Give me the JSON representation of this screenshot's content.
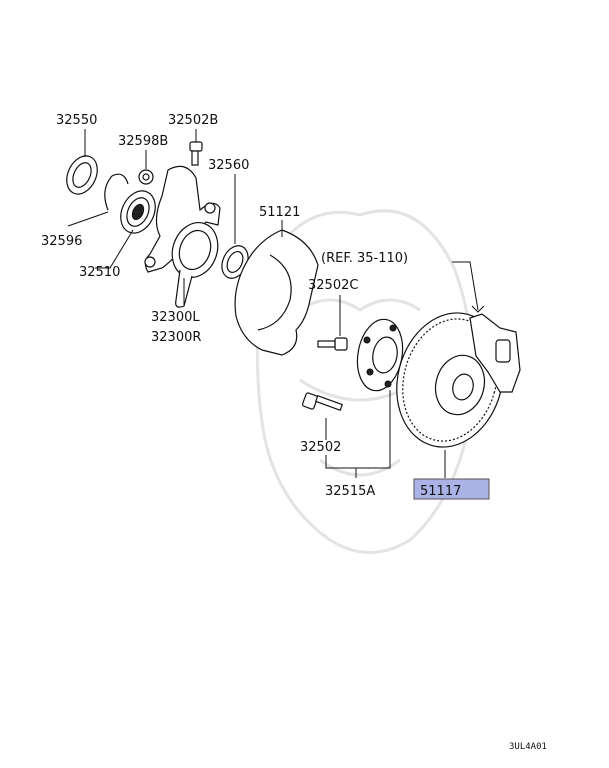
{
  "parts": {
    "p32550": "32550",
    "p32502B": "32502B",
    "p32598B": "32598B",
    "p32560": "32560",
    "p51121": "51121",
    "p32596": "32596",
    "p32510": "32510",
    "p32300L": "32300L",
    "p32300R": "32300R",
    "p32502C": "32502C",
    "p32502": "32502",
    "p32515A": "32515A",
    "p51117": "51117",
    "ref": "(REF. 35-110)"
  },
  "highlight_color": "#aab2e6",
  "footer_code": "3UL4A01"
}
